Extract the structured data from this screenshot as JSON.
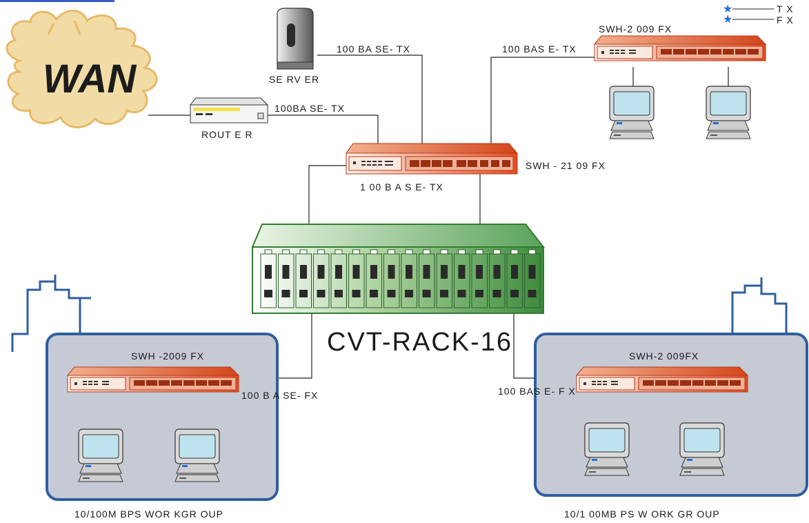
{
  "wan": {
    "label": "WAN"
  },
  "legend": {
    "tx": "T X",
    "fx": "F X"
  },
  "nodes": {
    "server": "SE RV ER",
    "router": "ROUT E R",
    "core_switch": "SWH - 21 09 FX",
    "top_switch": "SWH-2 009 FX",
    "rack": "CVT-RACK-16",
    "left_switch": "SWH -2009 FX",
    "right_switch": "SWH-2 009FX"
  },
  "links": {
    "server_link": "100 BA SE- TX",
    "top_switch_link": "100 BAS E- TX",
    "router_link": "100BA SE- TX",
    "core_rack_link": "1 00 B A S E- TX",
    "left_fx_link": "100 B A SE- FX",
    "right_fx_link": "100 BAS E- F X"
  },
  "groups": {
    "left": "10/100M BPS WOR KGR OUP",
    "right": "10/1 00MB PS W ORK GR OUP"
  },
  "colors": {
    "switch_top": "#e86a3e",
    "switch_front": "#f7e6dc",
    "rack_green": "#2f7d2f",
    "workgroup_fill": "#c6cad4",
    "workgroup_border": "#2f5f9e",
    "monitor_screen": "#bfe3ee",
    "cloud": "#f2dca6",
    "legend_star": "#1f6fd1"
  },
  "icons": [
    "server-icon",
    "router-icon",
    "switch-icon",
    "rack-icon",
    "computer-icon",
    "cloud-icon",
    "star-icon",
    "building-icon"
  ]
}
